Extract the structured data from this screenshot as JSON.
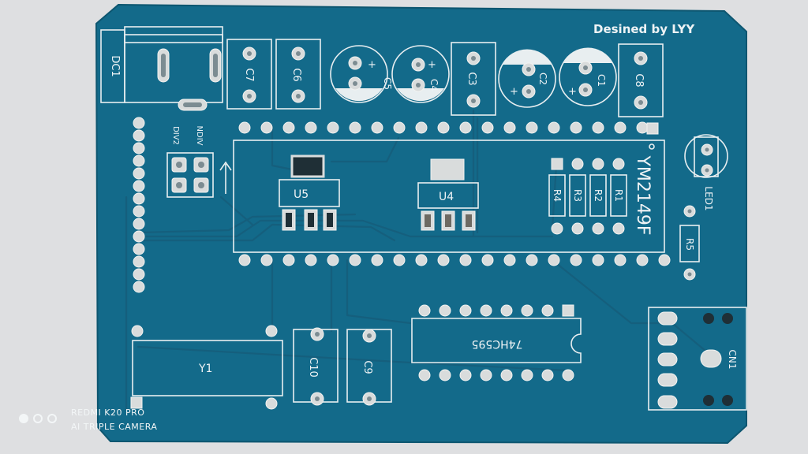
{
  "board": {
    "designer_text": "Desined by LYY",
    "chip_label": "YM2149F",
    "colors": {
      "soldermask": "#136a8a",
      "silkscreen": "#e8eef0",
      "pad": "#d9dcdc",
      "background": "#dedfe1"
    }
  },
  "labels": {
    "dc1": "DC1",
    "c1": "C1",
    "c2": "C2",
    "c3": "C3",
    "c4": "C4",
    "c5": "C5",
    "c6": "C6",
    "c7": "C7",
    "c8": "C8",
    "c9": "C9",
    "c10": "C10",
    "u4": "U4",
    "u5": "U5",
    "y1": "Y1",
    "r1": "R1",
    "r2": "R2",
    "r3": "R3",
    "r4": "R4",
    "r5": "R5",
    "led1": "LED1",
    "cn1": "CN1",
    "ic74": "74HC595",
    "div2": "DIV2",
    "ndiv": "NDIV",
    "plus": "+"
  },
  "watermark": {
    "line1": "REDMI K20 PRO",
    "line2": "AI TRIPLE CAMERA"
  }
}
